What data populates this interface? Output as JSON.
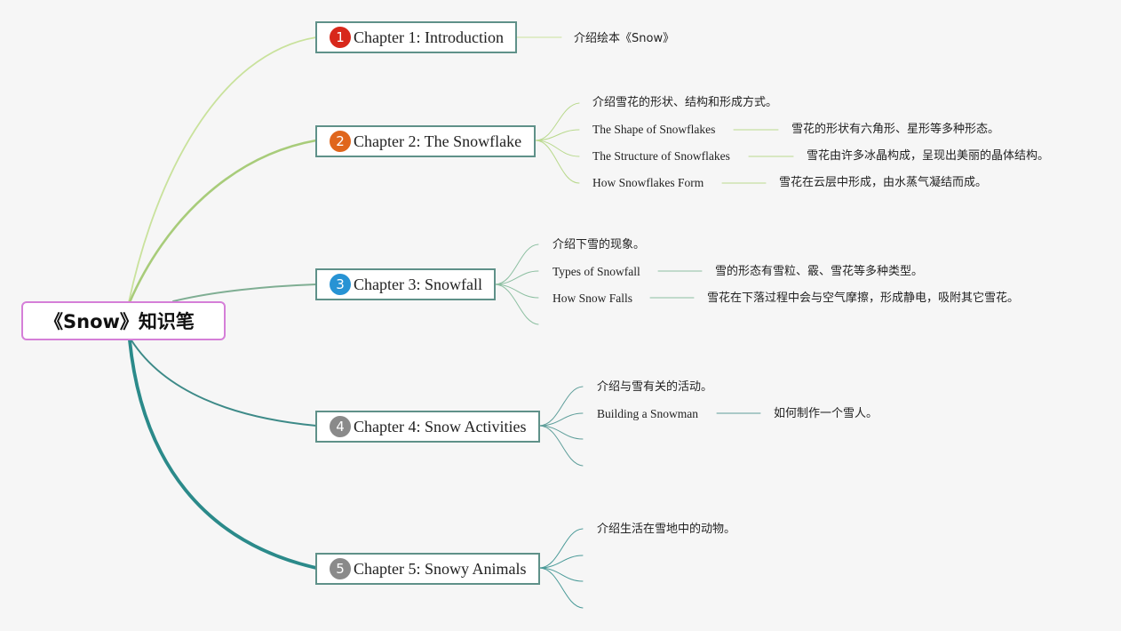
{
  "root": {
    "label": "《Snow》知识笔"
  },
  "colors": {
    "badge1": "#d8281b",
    "badge2": "#e0661c",
    "badge3": "#2793d4",
    "badge4": "#8a8a8a",
    "badge5": "#8a8a8a",
    "border": "#5f9189",
    "root_border": "#d57fd8"
  },
  "chapters": [
    {
      "num": "1",
      "label": "Chapter 1: Introduction"
    },
    {
      "num": "2",
      "label": "Chapter 2: The Snowflake"
    },
    {
      "num": "3",
      "label": "Chapter 3: Snowfall"
    },
    {
      "num": "4",
      "label": "Chapter 4: Snow Activities"
    },
    {
      "num": "5",
      "label": "Chapter 5: Snowy Animals"
    }
  ],
  "leaves": {
    "c1_desc": "介绍绘本《Snow》",
    "c2_intro": "介绍雪花的形状、结构和形成方式。",
    "c2_t1": "The Shape of Snowflakes",
    "c2_d1": "雪花的形状有六角形、星形等多种形态。",
    "c2_t2": "The Structure of Snowflakes",
    "c2_d2": "雪花由许多冰晶构成，呈现出美丽的晶体结构。",
    "c2_t3": "How Snowflakes Form",
    "c2_d3": "雪花在云层中形成，由水蒸气凝结而成。",
    "c3_intro": "介绍下雪的现象。",
    "c3_t1": "Types of Snowfall",
    "c3_d1": "雪的形态有雪粒、霰、雪花等多种类型。",
    "c3_t2": "How Snow Falls",
    "c3_d2": "雪花在下落过程中会与空气摩擦，形成静电，吸附其它雪花。",
    "c4_intro": "介绍与雪有关的活动。",
    "c4_t1": "Building a Snowman",
    "c4_d1": "如何制作一个雪人。",
    "c5_intro": "介绍生活在雪地中的动物。"
  }
}
